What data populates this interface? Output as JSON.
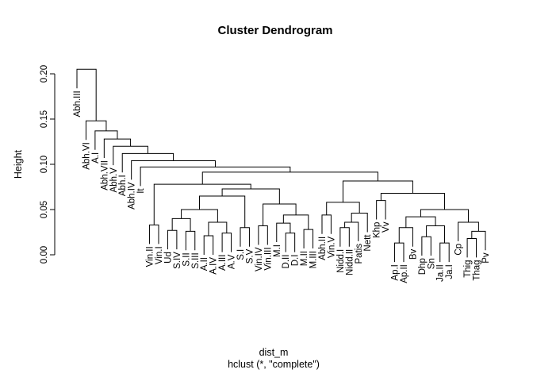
{
  "title": "Cluster Dendrogram",
  "xlab_line1": "dist_m",
  "xlab_line2": "hclust (*, \"complete\")",
  "chart_data": {
    "type": "dendrogram",
    "title": "Cluster Dendrogram",
    "ylabel": "Height",
    "xlabel": "dist_m",
    "sub": "hclust (*, \"complete\")",
    "ylim": [
      0.0,
      0.21
    ],
    "grid": false,
    "line_color": "#000000",
    "background": "#ffffff",
    "hang": 0.021,
    "axis_ticks": [
      {
        "label": "0.00",
        "value": 0.0
      },
      {
        "label": "0.05",
        "value": 0.05
      },
      {
        "label": "0.10",
        "value": 0.1
      },
      {
        "label": "0.15",
        "value": 0.15
      },
      {
        "label": "0.20",
        "value": 0.2
      }
    ],
    "leaves": [
      "Abh.III",
      "Abh.VI",
      "A.I",
      "Abh.VII",
      "Abh.V",
      "Abh.I",
      "Abh.IV",
      "It",
      "Vin.II",
      "Vin.I",
      "Ud",
      "S.IV",
      "S.II",
      "S.III",
      "A.II",
      "A.IV",
      "A.III",
      "A.V",
      "S.I",
      "S.V",
      "Vin.IV",
      "Vin.III",
      "M.I",
      "D.II",
      "D.I",
      "M.II",
      "M.III",
      "Abh.II",
      "Vin.V",
      "Nidd.I",
      "Nidd.II",
      "Patis",
      "Nett",
      "Khp",
      "Vv",
      "Ap.I",
      "Ap.II",
      "Bv",
      "Dhp",
      "Sn",
      "Ja.II",
      "Ja.I",
      "Cp",
      "Thig",
      "Thag",
      "Pv"
    ],
    "tree": {
      "h": 0.205,
      "c": [
        "Abh.III",
        {
          "h": 0.148,
          "c": [
            "Abh.VI",
            {
              "h": 0.137,
              "c": [
                "A.I",
                {
                  "h": 0.128,
                  "c": [
                    "Abh.VII",
                    {
                      "h": 0.12,
                      "c": [
                        "Abh.V",
                        {
                          "h": 0.112,
                          "c": [
                            "Abh.I",
                            {
                              "h": 0.104,
                              "c": [
                                "Abh.IV",
                                {
                                  "h": 0.097,
                                  "c": [
                                    "It",
                                    {
                                      "h": 0.0913,
                                      "c": [
                                        {
                                          "h": 0.078,
                                          "c": [
                                            {
                                              "h": 0.033,
                                              "c": [
                                                "Vin.II",
                                                "Vin.I"
                                              ]
                                            },
                                            {
                                              "h": 0.0728,
                                              "c": [
                                                {
                                                  "h": 0.0649,
                                                  "c": [
                                                    {
                                                      "h": 0.05,
                                                      "c": [
                                                        {
                                                          "h": 0.04,
                                                          "c": [
                                                            {
                                                              "h": 0.027,
                                                              "c": [
                                                                "Ud",
                                                                "S.IV"
                                                              ]
                                                            },
                                                            {
                                                              "h": 0.026,
                                                              "c": [
                                                                "S.II",
                                                                "S.III"
                                                              ]
                                                            }
                                                          ]
                                                        },
                                                        {
                                                          "h": 0.036,
                                                          "c": [
                                                            {
                                                              "h": 0.021,
                                                              "c": [
                                                                "A.II",
                                                                "A.IV"
                                                              ]
                                                            },
                                                            {
                                                              "h": 0.024,
                                                              "c": [
                                                                "A.III",
                                                                "A.V"
                                                              ]
                                                            }
                                                          ]
                                                        }
                                                      ]
                                                    },
                                                    {
                                                      "h": 0.03,
                                                      "c": [
                                                        "S.I",
                                                        "S.V"
                                                      ]
                                                    }
                                                  ]
                                                },
                                                {
                                                  "h": 0.0561,
                                                  "c": [
                                                    {
                                                      "h": 0.032,
                                                      "c": [
                                                        "Vin.IV",
                                                        "Vin.III"
                                                      ]
                                                    },
                                                    {
                                                      "h": 0.044,
                                                      "c": [
                                                        {
                                                          "h": 0.035,
                                                          "c": [
                                                            "M.I",
                                                            {
                                                              "h": 0.024,
                                                              "c": [
                                                                "D.II",
                                                                "D.I"
                                                              ]
                                                            }
                                                          ]
                                                        },
                                                        {
                                                          "h": 0.028,
                                                          "c": [
                                                            "M.II",
                                                            "M.III"
                                                          ]
                                                        }
                                                      ]
                                                    }
                                                  ]
                                                }
                                              ]
                                            }
                                          ]
                                        },
                                        {
                                          "h": 0.0816,
                                          "c": [
                                            {
                                              "h": 0.058,
                                              "c": [
                                                {
                                                  "h": 0.044,
                                                  "c": [
                                                    "Abh.II",
                                                    "Vin.V"
                                                  ]
                                                },
                                                {
                                                  "h": 0.046,
                                                  "c": [
                                                    {
                                                      "h": 0.036,
                                                      "c": [
                                                        {
                                                          "h": 0.03,
                                                          "c": [
                                                            "Nidd.I",
                                                            "Nidd.II"
                                                          ]
                                                        },
                                                        "Patis"
                                                      ]
                                                    },
                                                    "Nett"
                                                  ]
                                                }
                                              ]
                                            },
                                            {
                                              "h": 0.068,
                                              "c": [
                                                {
                                                  "h": 0.06,
                                                  "c": [
                                                    "Khp",
                                                    "Vv"
                                                  ]
                                                },
                                                {
                                                  "h": 0.05,
                                                  "c": [
                                                    {
                                                      "h": 0.042,
                                                      "c": [
                                                        {
                                                          "h": 0.03,
                                                          "c": [
                                                            {
                                                              "h": 0.013,
                                                              "c": [
                                                                "Ap.I",
                                                                "Ap.II"
                                                              ]
                                                            },
                                                            "Bv"
                                                          ]
                                                        },
                                                        {
                                                          "h": 0.032,
                                                          "c": [
                                                            {
                                                              "h": 0.02,
                                                              "c": [
                                                                "Dhp",
                                                                "Sn"
                                                              ]
                                                            },
                                                            {
                                                              "h": 0.013,
                                                              "c": [
                                                                "Ja.II",
                                                                "Ja.I"
                                                              ]
                                                            }
                                                          ]
                                                        }
                                                      ]
                                                    },
                                                    {
                                                      "h": 0.036,
                                                      "c": [
                                                        "Cp",
                                                        {
                                                          "h": 0.026,
                                                          "c": [
                                                            {
                                                              "h": 0.018,
                                                              "c": [
                                                                "Thig",
                                                                "Thag"
                                                              ]
                                                            },
                                                            "Pv"
                                                          ]
                                                        }
                                                      ]
                                                    }
                                                  ]
                                                }
                                              ]
                                            }
                                          ]
                                        }
                                      ]
                                    }
                                  ]
                                }
                              ]
                            }
                          ]
                        }
                      ]
                    }
                  ]
                }
              ]
            }
          ]
        }
      ]
    }
  }
}
